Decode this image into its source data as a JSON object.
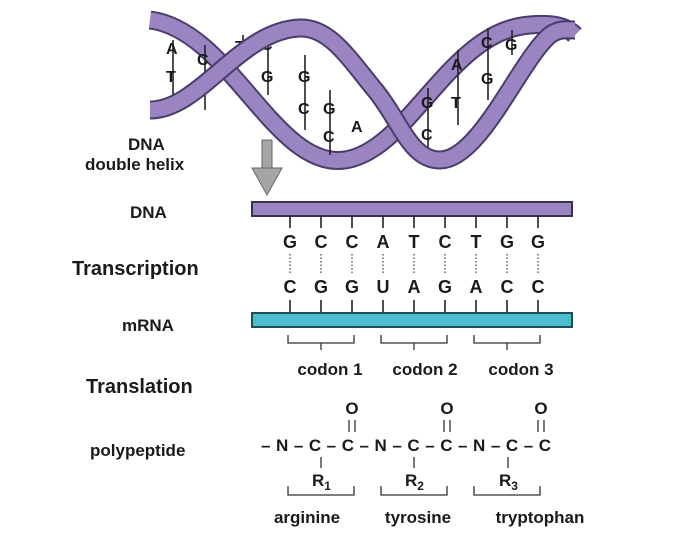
{
  "helix": {
    "label_line1": "DNA",
    "label_line2": "double helix",
    "bases": [
      "A",
      "T",
      "C",
      "T",
      "C",
      "G",
      "G",
      "C",
      "G",
      "C",
      "A",
      "T",
      "C",
      "G",
      "T",
      "A",
      "G",
      "C",
      "G"
    ],
    "colors": {
      "strand": "#9b84c2",
      "strand_edge": "#4a3d6b",
      "arrow": "#a5a5a5"
    }
  },
  "dna": {
    "label": "DNA",
    "template_bases": [
      "G",
      "C",
      "C",
      "A",
      "T",
      "C",
      "T",
      "G",
      "G"
    ],
    "color": "#9b84c2"
  },
  "transcription": {
    "label": "Transcription"
  },
  "mrna": {
    "label": "mRNA",
    "bases": [
      "C",
      "G",
      "G",
      "U",
      "A",
      "G",
      "A",
      "C",
      "C"
    ],
    "color": "#4bbfd0"
  },
  "codons": [
    "codon 1",
    "codon 2",
    "codon 3"
  ],
  "translation": {
    "label": "Translation"
  },
  "polypeptide": {
    "label": "polypeptide",
    "backbone_start": "–N–C–C–N–C–C–N–C–C",
    "carbonyl": "O",
    "r_groups": [
      "R",
      "R",
      "R"
    ],
    "r_subscripts": [
      "1",
      "2",
      "3"
    ],
    "amino_acids": [
      "arginine",
      "tyrosine",
      "tryptophan"
    ]
  }
}
